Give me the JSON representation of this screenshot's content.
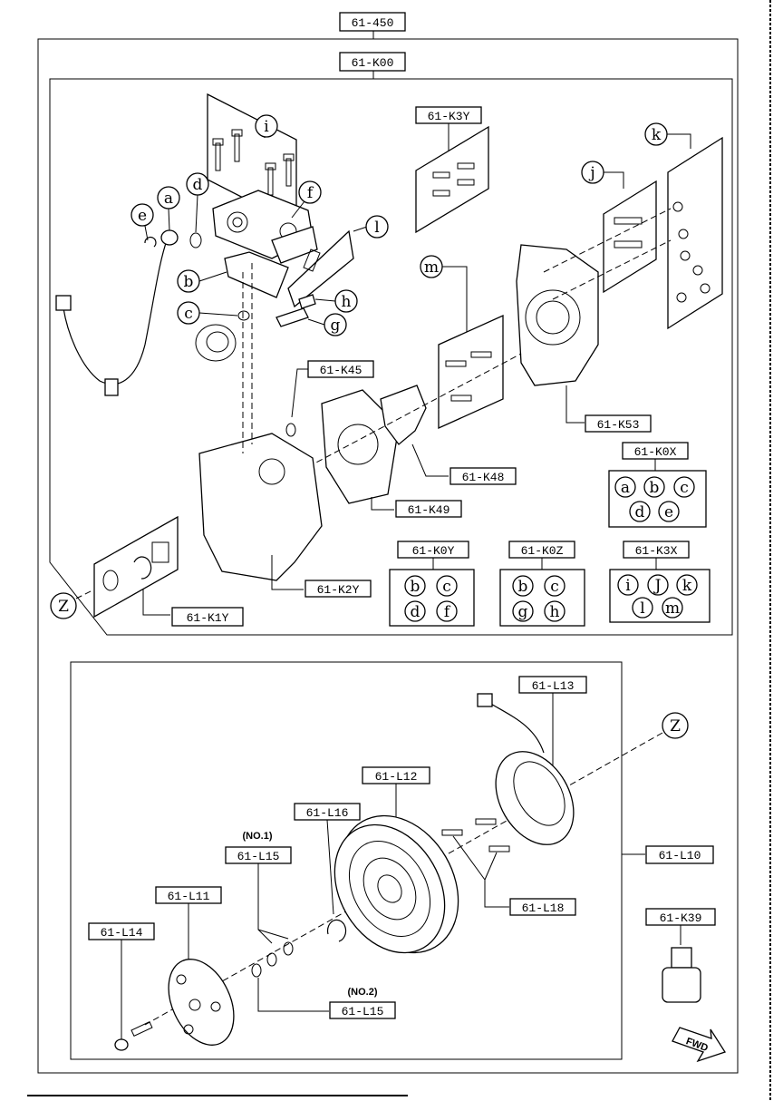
{
  "callouts": {
    "c450": "61-450",
    "k00": "61-K00",
    "k3y": "61-K3Y",
    "k45": "61-K45",
    "k53": "61-K53",
    "k48": "61-K48",
    "k49": "61-K49",
    "k2y": "61-K2Y",
    "k1y": "61-K1Y",
    "k0x": "61-K0X",
    "k0y": "61-K0Y",
    "k0z": "61-K0Z",
    "k3x": "61-K3X",
    "l13": "61-L13",
    "l12": "61-L12",
    "l16": "61-L16",
    "l15a": "61-L15",
    "l11": "61-L11",
    "l14": "61-L14",
    "l15b": "61-L15",
    "l18": "61-L18",
    "l10": "61-L10",
    "k39": "61-K39"
  },
  "letters": {
    "a": "a",
    "b": "b",
    "c": "c",
    "d": "d",
    "e": "e",
    "f": "f",
    "g": "g",
    "h": "h",
    "i": "i",
    "j": "j",
    "k": "k",
    "l": "l",
    "m": "m",
    "z": "Z"
  },
  "kits": {
    "k0x": [
      "a",
      "b",
      "c",
      "d",
      "e"
    ],
    "k0y": [
      "b",
      "c",
      "d",
      "f"
    ],
    "k0z": [
      "b",
      "c",
      "g",
      "h"
    ],
    "k3x": [
      "i",
      "J",
      "k",
      "l",
      "m"
    ]
  },
  "notes": {
    "no1": "(NO.1)",
    "no2": "(NO.2)",
    "fwd": "FWD"
  }
}
